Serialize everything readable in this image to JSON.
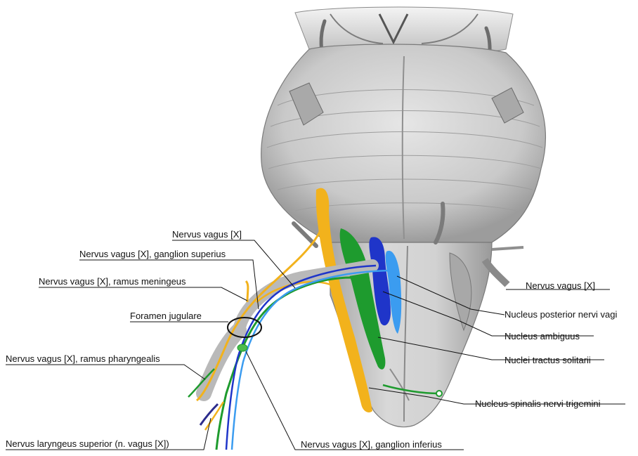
{
  "colors": {
    "vagus_yellow": "#f2b21c",
    "vagus_green": "#1e9b2e",
    "nucleus_posterior_lightblue": "#3b9cf0",
    "nucleus_ambiguus_darkblue": "#1f35c9",
    "leader_line": "#111111",
    "brainstem": "#cfcfcf"
  },
  "labels": {
    "vagus_top": "Nervus vagus [X]",
    "ganglion_superius": "Nervus vagus [X], ganglion superius",
    "ramus_meningeus": "Nervus vagus [X], ramus meningeus",
    "foramen_jugulare": "Foramen jugulare",
    "ramus_pharyngealis": "Nervus vagus [X], ramus pharyngealis",
    "laryngeus_superior": "Nervus laryngeus superior (n. vagus [X])",
    "vagus_right": "Nervus vagus [X]",
    "nucleus_posterior": "Nucleus posterior nervi vagi",
    "nucleus_ambiguus": "Nucleus ambiguus",
    "nuclei_tractus_solitarii": "Nuclei tractus solitarii",
    "nucleus_spinalis_trigemini": "Nucleus spinalis nervi trigemini",
    "ganglion_inferius": "Nervus vagus [X], ganglion inferius"
  }
}
